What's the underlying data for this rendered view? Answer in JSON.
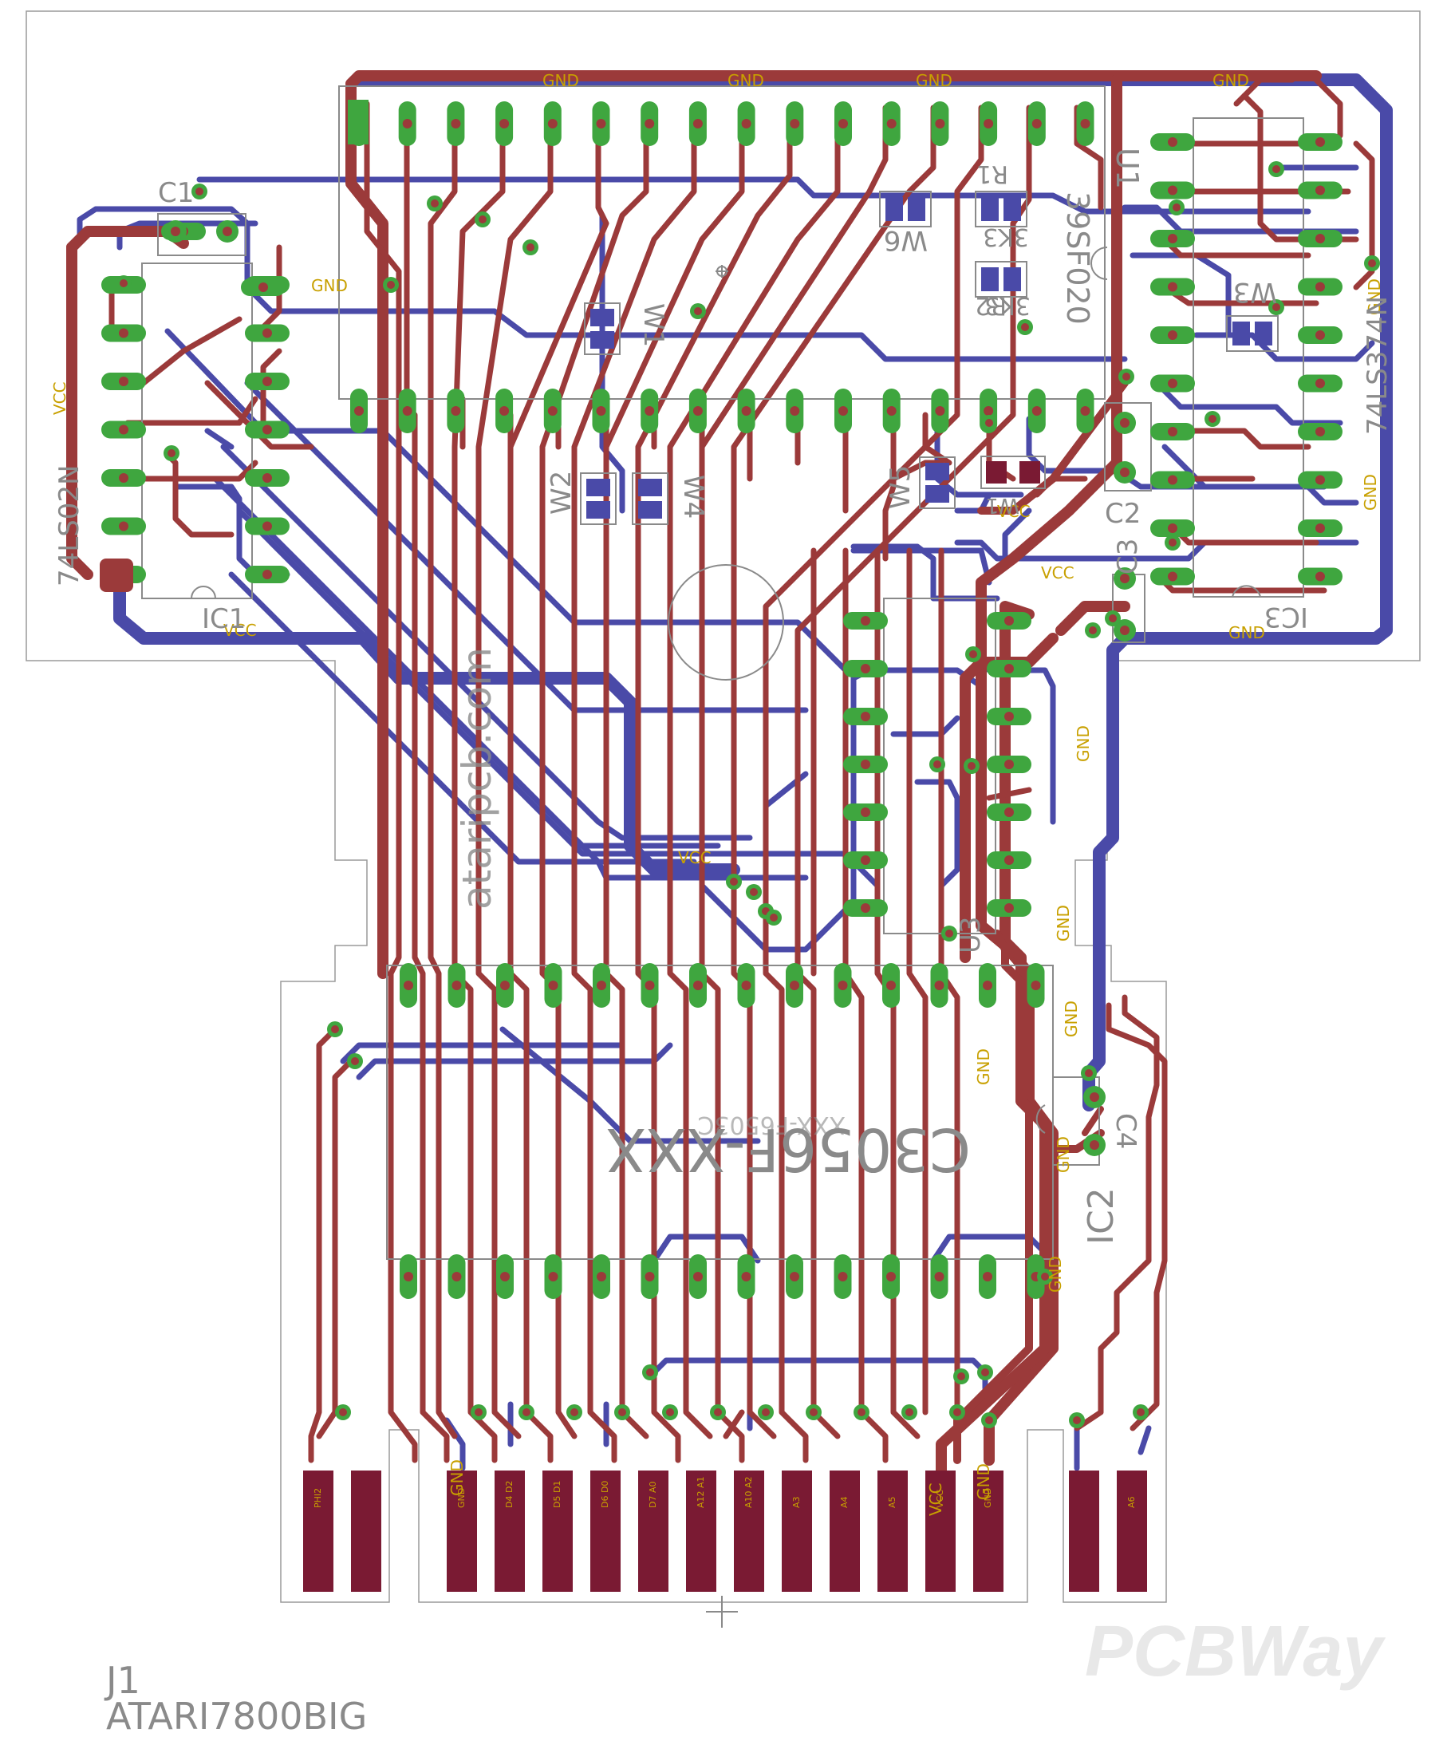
{
  "colors": {
    "top_copper": "#9b3a3a",
    "bottom_copper": "#4a4aa8",
    "pad": "#3fa63f",
    "via": "#9b3a3a",
    "gold_finger": "#7a1a33",
    "silk": "#8a8a8a",
    "outline": "#9a9a9a",
    "trace_label": "#c8a000"
  },
  "board": {
    "part_name": "J1",
    "part_value": "ATARI7800BIG",
    "watermark": "PCBWay",
    "side_text": "ataripcb.com",
    "rom_label": "C3056F-XXX",
    "rom_label_mirror": "XXX-F6503C"
  },
  "components": {
    "c1": "C1",
    "c2": "C2",
    "c3": "C3",
    "c4": "C4",
    "ic1": "IC1",
    "ic1_part": "74LS02N",
    "ic2": "IC2",
    "ic3": "IC3",
    "ic3_part": "74LS374N",
    "u1": "U1",
    "u1_part": "39SF020",
    "r1": "R1",
    "r1_val": "3K3",
    "r2": "R2",
    "r2_val": "3K3",
    "w1": "W1",
    "w2": "W2",
    "w3": "W3",
    "w4": "W4",
    "w5": "W5",
    "w6": "W6",
    "u3": "U3"
  },
  "net_labels": {
    "gnd": "GND",
    "vcc": "VCC"
  },
  "finger_labels": [
    "PHI2",
    "",
    "GND",
    "D4 D2",
    "D5 D1",
    "D6 D0",
    "D7 A0",
    "A12 A1",
    "A10 A2",
    "A3",
    "A4",
    "A5",
    "VCC",
    "GND",
    "",
    "A6"
  ]
}
